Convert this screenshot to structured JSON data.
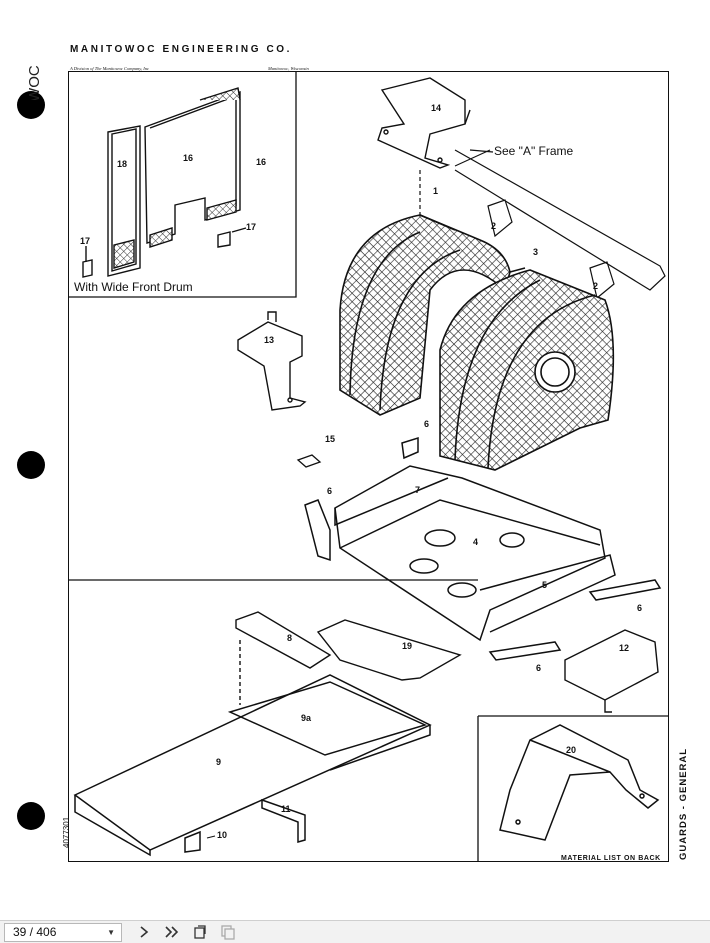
{
  "document": {
    "company": "MANITOWOC ENGINEERING CO.",
    "division": "A Division of The Manitowoc Company, Inc",
    "location": "Manitowoc, Wisconsin",
    "binder_text": "MANITOWOC",
    "figure_code": "4077301",
    "section_title": "GUARDS - GENERAL",
    "footer_note": "MATERIAL LIST ON BACK",
    "inset_caption": "With Wide Front Drum",
    "frame_callout": "See \"A\" Frame",
    "part_labels": [
      "1",
      "2",
      "2",
      "3",
      "4",
      "5",
      "6",
      "6",
      "6",
      "6",
      "7",
      "8",
      "9",
      "9a",
      "10",
      "11",
      "12",
      "13",
      "14",
      "15",
      "16",
      "16",
      "17",
      "17",
      "18",
      "19",
      "20"
    ]
  },
  "toolbar": {
    "page_indicator": "39 / 406",
    "dropdown_icon": "caret-down-icon",
    "next_icon": "chevron-right-icon",
    "last_icon": "double-chevron-right-icon",
    "rotate_icon": "rotate-page-icon",
    "copy_icon": "copy-page-icon"
  }
}
